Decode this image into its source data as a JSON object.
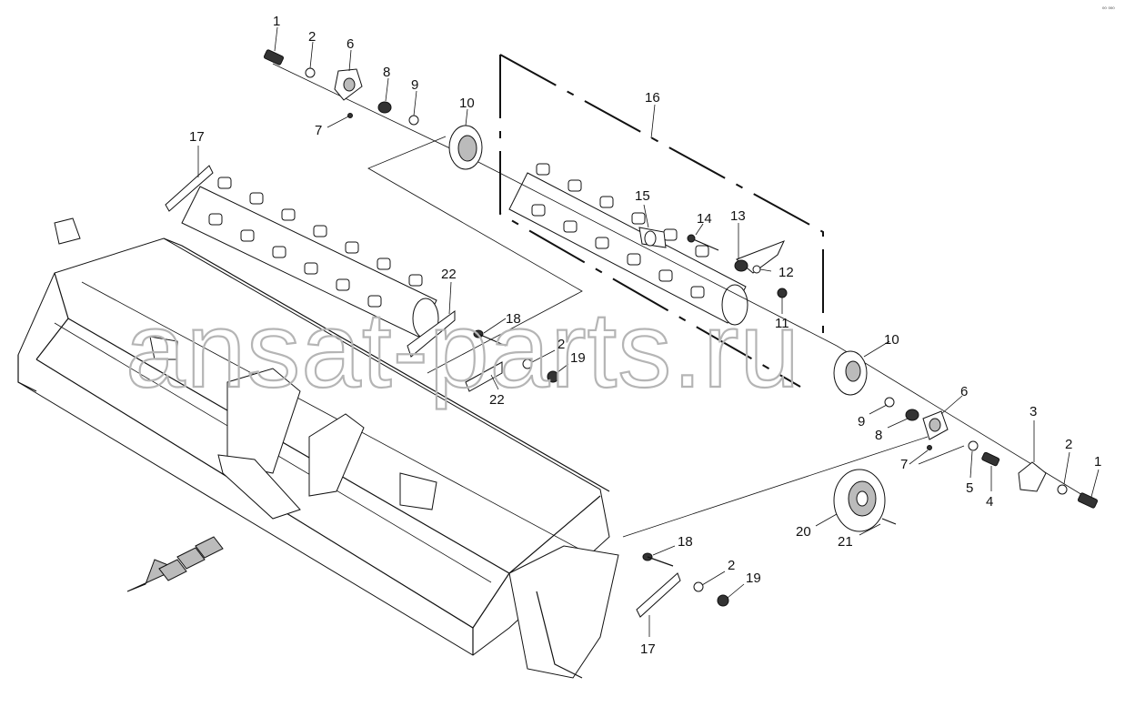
{
  "watermark": "ansat-parts.ru",
  "corner_mark": "⁰⁰ ⁰⁰⁰",
  "labels": {
    "l1a": "1",
    "l2a": "2",
    "l6a": "6",
    "l7a": "7",
    "l8a": "8",
    "l9a": "9",
    "l10a": "10",
    "l16": "16",
    "l17a": "17",
    "l15": "15",
    "l14": "14",
    "l13": "13",
    "l12": "12",
    "l11": "11",
    "l22a": "22",
    "l18a": "18",
    "l2b": "2",
    "l19a": "19",
    "l22b": "22",
    "l10b": "10",
    "l9b": "9",
    "l8b": "8",
    "l6b": "6",
    "l3": "3",
    "l2c": "2",
    "l1b": "1",
    "l7b": "7",
    "l5": "5",
    "l4": "4",
    "l20": "20",
    "l21": "21",
    "l18b": "18",
    "l2d": "2",
    "l19b": "19",
    "l17b": "17"
  }
}
